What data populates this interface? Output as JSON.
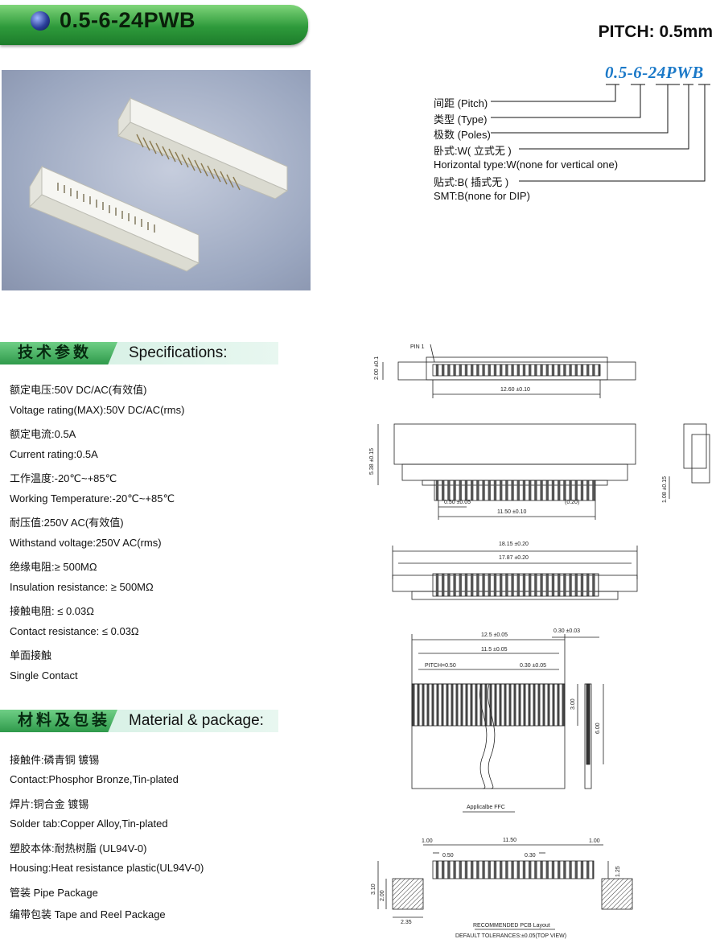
{
  "header": {
    "title": "0.5-6-24PWB",
    "pitch": "PITCH: 0.5mm"
  },
  "code": {
    "part_code": "0.5-6-24PWB",
    "lines": [
      "间距 (Pitch)",
      "类型 (Type)",
      "极数 (Poles)",
      "卧式:W( 立式无 )",
      "Horizontal type:W(none for vertical one)",
      "贴式:B( 插式无 )",
      "SMT:B(none for DIP)"
    ]
  },
  "specifications": {
    "cn_title": "技术参数",
    "en_title": "Specifications:",
    "items": [
      "额定电压:50V DC/AC(有效值)",
      "Voltage rating(MAX):50V DC/AC(rms)",
      "额定电流:0.5A",
      "Current rating:0.5A",
      "工作温度:-20℃~+85℃",
      "Working Temperature:-20℃~+85℃",
      "耐压值:250V AC(有效值)",
      "Withstand voltage:250V AC(rms)",
      "绝缘电阻:≥ 500MΩ",
      "Insulation resistance: ≥ 500MΩ",
      "接触电阻: ≤ 0.03Ω",
      "Contact resistance: ≤ 0.03Ω",
      "单面接触",
      "Single Contact"
    ]
  },
  "material": {
    "cn_title": "材料及包装",
    "en_title": "Material & package:",
    "items": [
      "接触件:磷青铜 镀锡",
      "Contact:Phosphor Bronze,Tin-plated",
      "焊片:铜合金 镀锡",
      "Solder  tab:Copper Alloy,Tin-plated",
      "塑胶本体:耐热树脂 (UL94V-0)",
      "Housing:Heat resistance plastic(UL94V-0)",
      "管装 Pipe Package",
      "编带包装 Tape and Reel Package"
    ]
  },
  "drawing": {
    "pin1": "PIN 1",
    "d_top_h": "2.00 ±0.1",
    "d_top_w": "12.60 ±0.10",
    "d_side_h": "5.38 ±0.15",
    "d_pitch": "0.50 ±0.05",
    "d_pin_w": "(0.20)",
    "d_span": "11.50 ±0.10",
    "d_side_view": "1.08 ±0.15",
    "d_overall": "18.15 ±0.20",
    "d_inner": "17.87 ±0.20",
    "ffc_w1": "12.5 ±0.05",
    "ffc_w2": "11.5 ±0.05",
    "ffc_thk": "0.30 ±0.03",
    "ffc_pitch": "PITCH=0.50",
    "ffc_cw": "0.30 ±0.05",
    "ffc_h1": "3.00",
    "ffc_h2": "6.00",
    "ffc_label": "Applicalbe FFC",
    "pcb_span": "11.50",
    "pcb_left": "1.00",
    "pcb_right": "1.00",
    "pcb_pitch": "0.50",
    "pcb_pad": "0.30",
    "pcb_padh": "1.25",
    "pcb_h1": "3.10",
    "pcb_h2": "2.00",
    "pcb_w": "2.35",
    "pcb_label": "RECOMMENDED PCB Layout",
    "tolerance": "DEFAULT TOLERANCES:±0.05(TOP VIEW)"
  }
}
